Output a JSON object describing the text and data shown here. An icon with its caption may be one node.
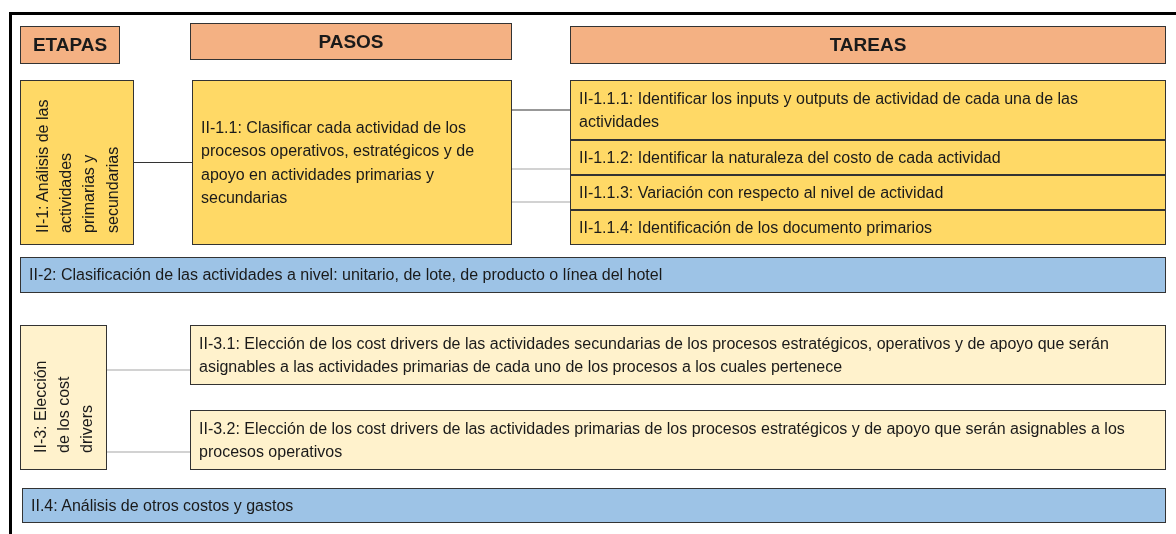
{
  "diagram": {
    "nodes": [
      {
        "text": [
          "ETAPAS"
        ]
      },
      {
        "text": [
          "PASOS"
        ]
      },
      {
        "text": [
          "TAREAS"
        ]
      },
      {
        "text": [
          "II-1: Análisis de las actividades primarias y secundarias"
        ]
      },
      {
        "text": [
          "II-1.1: Clasificar cada actividad de los procesos operativos, estratégicos y de apoyo en actividades primarias y secundarias"
        ]
      },
      {
        "text": [
          "II-1.1.1: Identificar los inputs y outputs de actividad de cada una de las actividades"
        ]
      },
      {
        "text": [
          "II-1.1.2: Identificar la naturaleza del costo de cada actividad"
        ]
      },
      {
        "text": [
          "II-1.1.3: Variación con respecto al nivel de actividad"
        ]
      },
      {
        "text": [
          "II-1.1.4: Identificación de los documento primarios"
        ]
      },
      {
        "text": [
          "II-2: Clasificación de las actividades a nivel: unitario, de lote, de producto o línea del hotel"
        ]
      },
      {
        "text": [
          "II-3: Elección de los cost drivers"
        ]
      },
      {
        "text": [
          "II-3.1: Elección de los cost drivers de las actividades secundarias de los procesos estratégicos, operativos y de apoyo que serán asignables a las actividades primarias de cada uno de los procesos a los cuales pertenece"
        ]
      },
      {
        "text": [
          "II-3.2: Elección de los cost drivers de las actividades primarias de los procesos estratégicos y de apoyo que serán asignables a los procesos operativos"
        ]
      },
      {
        "text": [
          "II.4: Análisis de otros costos y gastos"
        ]
      }
    ],
    "edges": [
      {
        "from": 3,
        "to": 4,
        "arrow": "none",
        "color": "#333333"
      },
      {
        "from": 4,
        "to": 5,
        "arrow": "none",
        "color": "#333333"
      },
      {
        "from": 4,
        "to": 6,
        "arrow": "none"
      },
      {
        "from": 4,
        "to": 7,
        "arrow": "none"
      },
      {
        "from": 10,
        "to": 11,
        "arrow": "none"
      },
      {
        "from": 10,
        "to": 12,
        "arrow": "none"
      }
    ]
  }
}
